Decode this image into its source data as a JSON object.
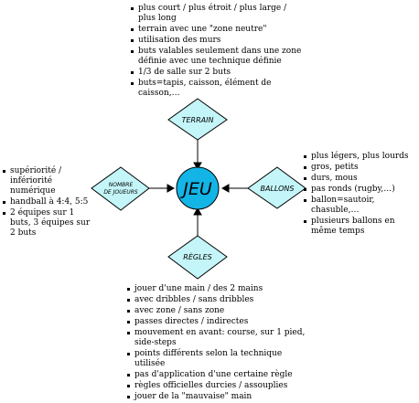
{
  "center": {
    "label": "JEU"
  },
  "nodes": {
    "terrain": {
      "label": "TERRAIN"
    },
    "ballons": {
      "label": "BALLONS"
    },
    "regles": {
      "label": "RÈGLES"
    },
    "nombre": {
      "label_line1": "NOMBRE",
      "label_line2": "DE JOUEURS"
    }
  },
  "lists": {
    "terrain": [
      "plus court / plus étroit / plus large / plus long",
      "terrain avec une \"zone neutre\"",
      "utilisation des murs",
      "buts valables seulement dans une zone définie avec une technique définie",
      "1/3 de salle sur 2 buts",
      "buts=tapis, caisson, élément de caisson,…"
    ],
    "ballons": [
      "plus légers, plus lourds",
      "gros, petits",
      "durs, mous",
      "pas ronds (rugby,…)",
      "ballon=sautoir, chasuble,…",
      "plusieurs ballons en même temps"
    ],
    "nombre": [
      "supériorité / infériorité numérique",
      "handball à 4:4, 5:5",
      "2 équipes sur 1 buts, 3 équipes sur 2 buts"
    ],
    "regles": [
      "jouer d'une main / des 2 mains",
      "avec dribbles / sans dribbles",
      "avec zone / sans zone",
      "passes directes / indirectes",
      "mouvement en avant: course, sur 1 pied, side-steps",
      "points différents selon la technique utilisée",
      "pas d'application d'une certaine règle",
      "règles officielles durcies / assouplies",
      "jouer de la \"mauvaise\" main"
    ]
  },
  "colors": {
    "center_fill": "#13b4e6",
    "diamond_fill": "#c4f5f8",
    "stroke": "#000000"
  }
}
